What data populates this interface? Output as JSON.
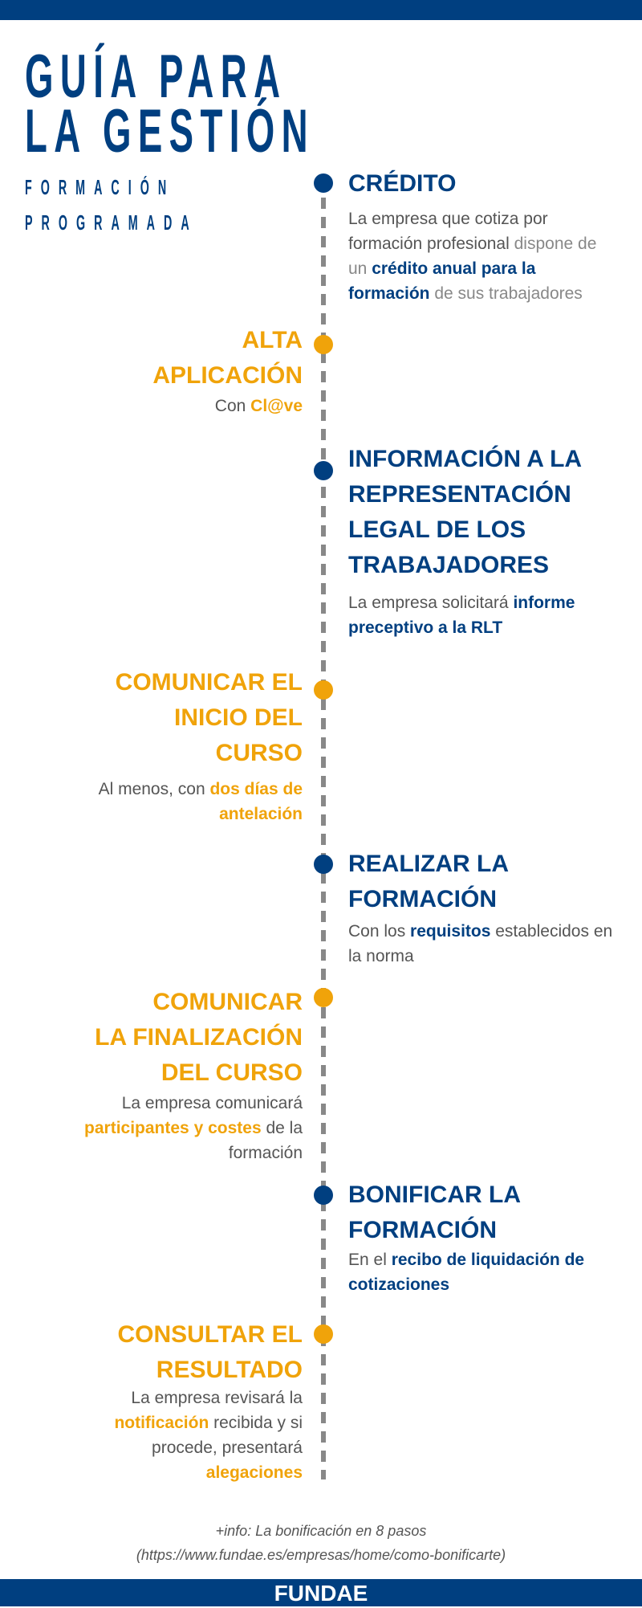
{
  "title": {
    "line1": "GUÍA PARA",
    "line2": "LA GESTIÓN",
    "sub1": "FORMACIÓN",
    "sub2": "PROGRAMADA"
  },
  "steps": [
    {
      "heading": "CRÉDITO",
      "t1": "La empresa que cotiza por formación profesional",
      "t2": " dispone de un ",
      "b1": "crédito anual para la formación",
      "t3": " de sus trabajadores"
    },
    {
      "heading1": "ALTA",
      "heading2": "APLICACIÓN",
      "t1": "Con ",
      "b1": "Cl@ve"
    },
    {
      "heading1": "INFORMACIÓN A LA",
      "heading2": "REPRESENTACIÓN",
      "heading3": "LEGAL DE LOS",
      "heading4": "TRABAJADORES",
      "t1": "La empresa solicitará ",
      "b1": "informe preceptivo a la RLT"
    },
    {
      "heading1": "COMUNICAR EL",
      "heading2": "INICIO DEL",
      "heading3": "CURSO",
      "t1": "Al menos, con ",
      "b1": "dos días de antelación"
    },
    {
      "heading1": "REALIZAR LA",
      "heading2": "FORMACIÓN",
      "t1": "Con los ",
      "b1": "requisitos",
      "t2": " establecidos en la norma"
    },
    {
      "heading1": "COMUNICAR",
      "heading2": "LA FINALIZACIÓN",
      "heading3": "DEL CURSO",
      "t1": "La empresa comunicará ",
      "b1": "participantes y costes",
      "t2": " de la formación"
    },
    {
      "heading1": "BONIFICAR LA",
      "heading2": "FORMACIÓN",
      "t1": "En el ",
      "b1": "recibo de liquidación de cotizaciones"
    },
    {
      "heading1": "CONSULTAR EL",
      "heading2": "RESULTADO",
      "t1": "La empresa revisará la ",
      "b1": "notificación",
      "t2": " recibida y si procede, presentará ",
      "b2": "alegaciones"
    }
  ],
  "footer": {
    "info": "+info: La bonificación en 8 pasos",
    "url": "(https://www.fundae.es/empresas/home/como-bonificarte)",
    "brand": "FUNDAE"
  },
  "colors": {
    "blue": "#003f80",
    "orange": "#f0a30a"
  }
}
